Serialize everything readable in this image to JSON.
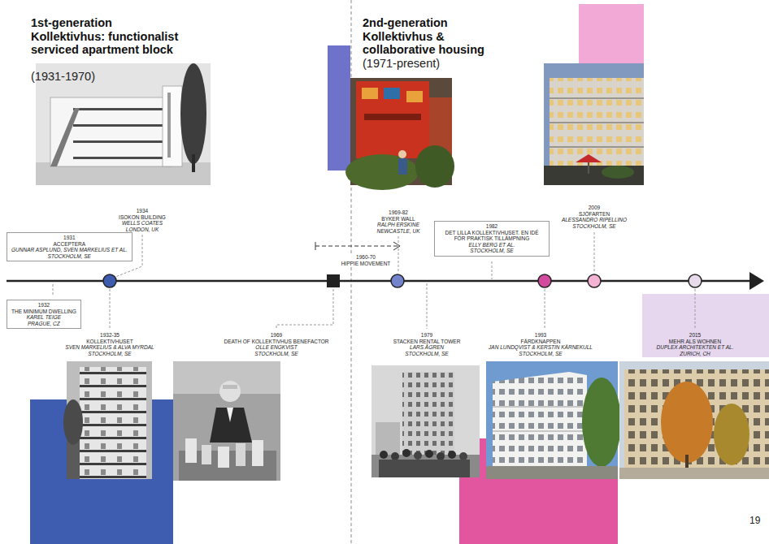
{
  "diagram": {
    "nodes": [
      {
        "text": [
          "1931",
          "ACCEPTERA",
          "GUNNAR ASPLUND, SVEN MARKELIUS ET AL.",
          "STOCKHOLM, SE"
        ]
      },
      {
        "text": [
          "1932",
          "THE MINIMUM DWELLING",
          "KAREL TEIGE",
          "PRAGUE, CZ"
        ]
      },
      {
        "text": [
          "1982",
          "DET LILLA KOLLEKTIVHUSET. EN IDÉ FÖR PRAKTISK TILLÄMPNING",
          "ELLY BERG ET AL.",
          "STOCKHOLM, SE"
        ]
      }
    ],
    "labels": [
      "1st-generation Kollektivhus: functionalist serviced apartment block",
      "(1931-1970)",
      "2nd-generation Kollektivhus & collaborative housing",
      "(1971-present)",
      "1934",
      "ISOKON BUILDING",
      "WELLS COATES",
      "LONDON, UK",
      "1932-35",
      "KOLLEKTIVHUSET",
      "SVEN MARKELIUS & ALVA MYRDAL",
      "STOCKHOLM, SE",
      "1960-70",
      "HIPPIE MOVEMENT",
      "1969",
      "DEATH OF KOLLEKTIVHUS BENEFACTOR",
      "OLLE ENGKVIST",
      "STOCKHOLM, SE",
      "1969-82",
      "BYKER WALL",
      "RALPH ERSKINE",
      "NEWCASTLE, UK",
      "1979",
      "STACKEN RENTAL TOWER",
      "LARS ÅGREN",
      "STOCKHOLM, SE",
      "1993",
      "FÄRDKNAPPEN",
      "JAN LUNDQVIST & KERSTIN KÄRNEKULL",
      "STOCKHOLM, SE",
      "2009",
      "SJÖFARTEN",
      "ALESSANDRO RIPELLINO",
      "STOCKHOLM, SE",
      "2015",
      "MEHR ALS WOHNEN",
      "DUPLEX ARCHITEKTEN ET AL.",
      "ZURICH, CH",
      "19"
    ]
  }
}
